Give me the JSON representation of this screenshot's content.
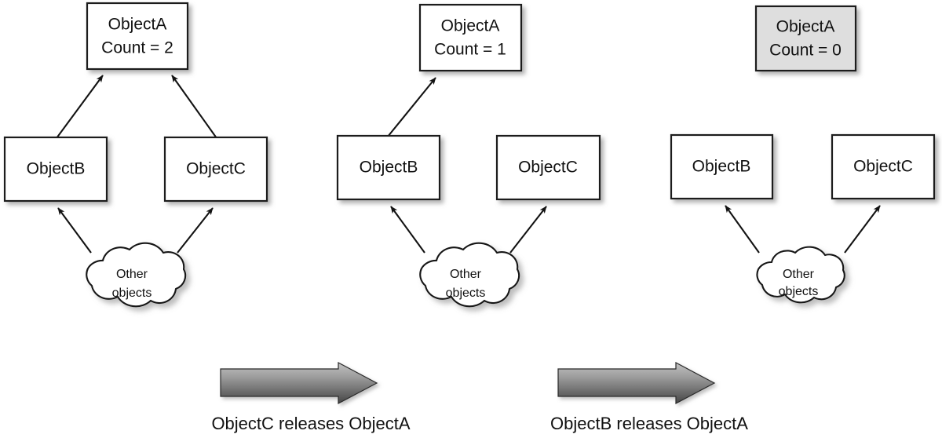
{
  "figure": {
    "type": "reference-counting-diagram",
    "background_color": "#ffffff",
    "panels": [
      {
        "id": "panel-initial",
        "owner_a": {
          "name_line": "ObjectA",
          "count_line": "Count = 2",
          "count_value": 2,
          "state": "alive",
          "fill_color": "#ffffff"
        },
        "referrers": [
          {
            "id": "object-b",
            "label": "ObjectB",
            "points_to_a": true
          },
          {
            "id": "object-c",
            "label": "ObjectC",
            "points_to_a": true
          }
        ],
        "cloud": {
          "line1": "Other",
          "line2": "objects",
          "points_to": [
            "object-b",
            "object-c"
          ]
        }
      },
      {
        "id": "panel-after-c-release",
        "owner_a": {
          "name_line": "ObjectA",
          "count_line": "Count = 1",
          "count_value": 1,
          "state": "alive",
          "fill_color": "#ffffff"
        },
        "referrers": [
          {
            "id": "object-b",
            "label": "ObjectB",
            "points_to_a": true
          },
          {
            "id": "object-c",
            "label": "ObjectC",
            "points_to_a": false
          }
        ],
        "cloud": {
          "line1": "Other",
          "line2": "objects",
          "points_to": [
            "object-b",
            "object-c"
          ]
        }
      },
      {
        "id": "panel-after-b-release",
        "owner_a": {
          "name_line": "ObjectA",
          "count_line": "Count = 0",
          "count_value": 0,
          "state": "deallocated",
          "fill_color": "#dedede"
        },
        "referrers": [
          {
            "id": "object-b",
            "label": "ObjectB",
            "points_to_a": false
          },
          {
            "id": "object-c",
            "label": "ObjectC",
            "points_to_a": false
          }
        ],
        "cloud": {
          "line1": "Other",
          "line2": "objects",
          "points_to": [
            "object-b",
            "object-c"
          ]
        }
      }
    ],
    "transitions": [
      {
        "id": "transition-c-releases-a",
        "caption": "ObjectC releases ObjectA",
        "arrow_direction": "right",
        "arrow_gradient_top": "#b5b5b5",
        "arrow_gradient_bottom": "#4b4b4b"
      },
      {
        "id": "transition-b-releases-a",
        "caption": "ObjectB releases ObjectA",
        "arrow_direction": "right",
        "arrow_gradient_top": "#b5b5b5",
        "arrow_gradient_bottom": "#4b4b4b"
      }
    ]
  }
}
